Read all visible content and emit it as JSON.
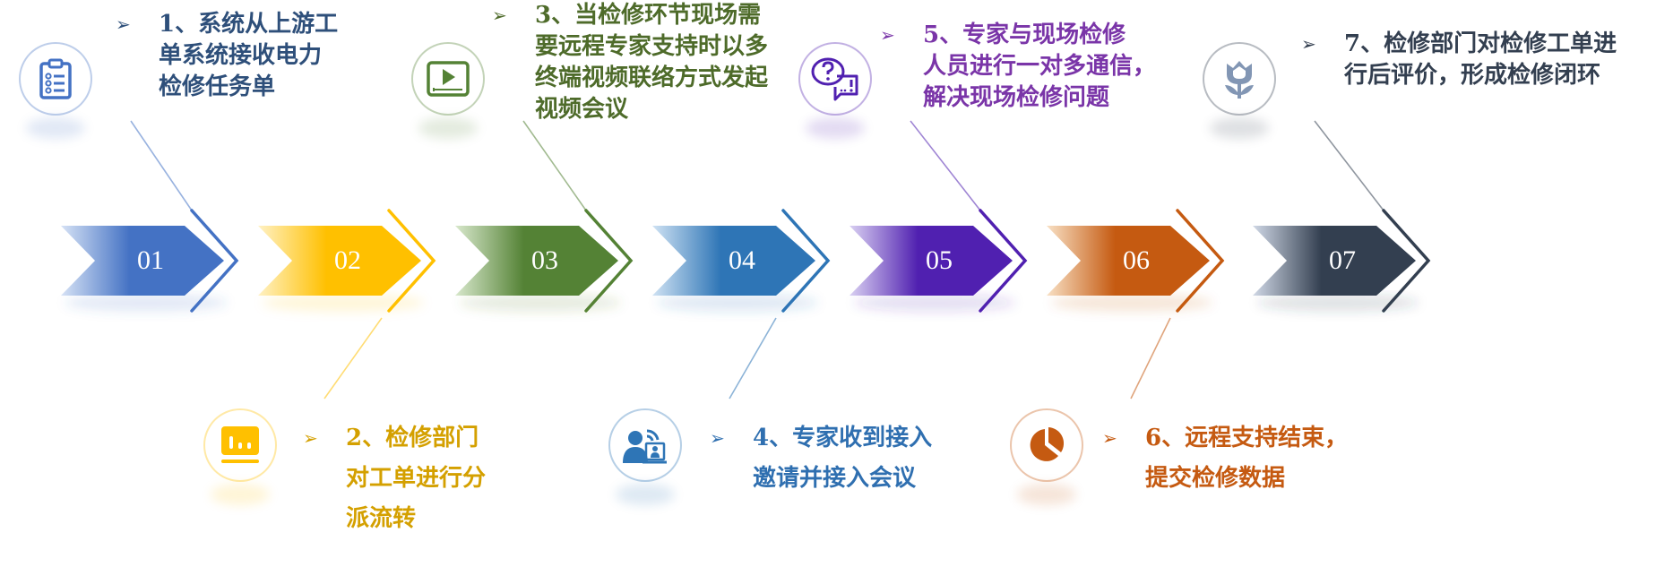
{
  "steps": [
    {
      "num": "01",
      "color": "#4472C4",
      "light": "#D6E2F5",
      "text_color": "#2E4F7A",
      "icon": "clipboard-list-icon",
      "lines": [
        "1、系统从上游工",
        "单系统接收电力",
        "检修任务单"
      ]
    },
    {
      "num": "02",
      "color": "#FFC000",
      "light": "#FFF1C4",
      "text_color": "#D4A000",
      "icon": "chart-monitor-icon",
      "lines": [
        "2、检修部门",
        "对工单进行分",
        "派流转"
      ]
    },
    {
      "num": "03",
      "color": "#548235",
      "light": "#D8E8CC",
      "text_color": "#4E6B2A",
      "icon": "video-play-icon",
      "lines": [
        "3、当检修环节现场需",
        "要远程专家支持时以多",
        "终端视频联络方式发起",
        "视频会议"
      ]
    },
    {
      "num": "04",
      "color": "#2E75B6",
      "light": "#CFE2F3",
      "text_color": "#2F6FB0",
      "icon": "remote-expert-icon",
      "lines": [
        "4、专家收到接入",
        "邀请并接入会议"
      ]
    },
    {
      "num": "05",
      "color": "#5020B0",
      "light": "#D9D0F2",
      "text_color": "#7A35A8",
      "icon": "question-chat-icon",
      "lines": [
        "5、专家与现场检修",
        "人员进行一对多通信，",
        "解决现场检修问题"
      ]
    },
    {
      "num": "06",
      "color": "#C55A11",
      "light": "#F8E0C4",
      "text_color": "#C55A11",
      "icon": "pie-chart-icon",
      "lines": [
        "6、远程支持结束，",
        "提交检修数据"
      ]
    },
    {
      "num": "07",
      "color": "#333F50",
      "light": "#D0D8E6",
      "text_color": "#333F50",
      "icon": "tulip-icon",
      "lines": [
        "7、检修部门对检修工单进",
        "行后评价，形成检修闭环"
      ]
    }
  ],
  "bullet_glyph": "➢"
}
